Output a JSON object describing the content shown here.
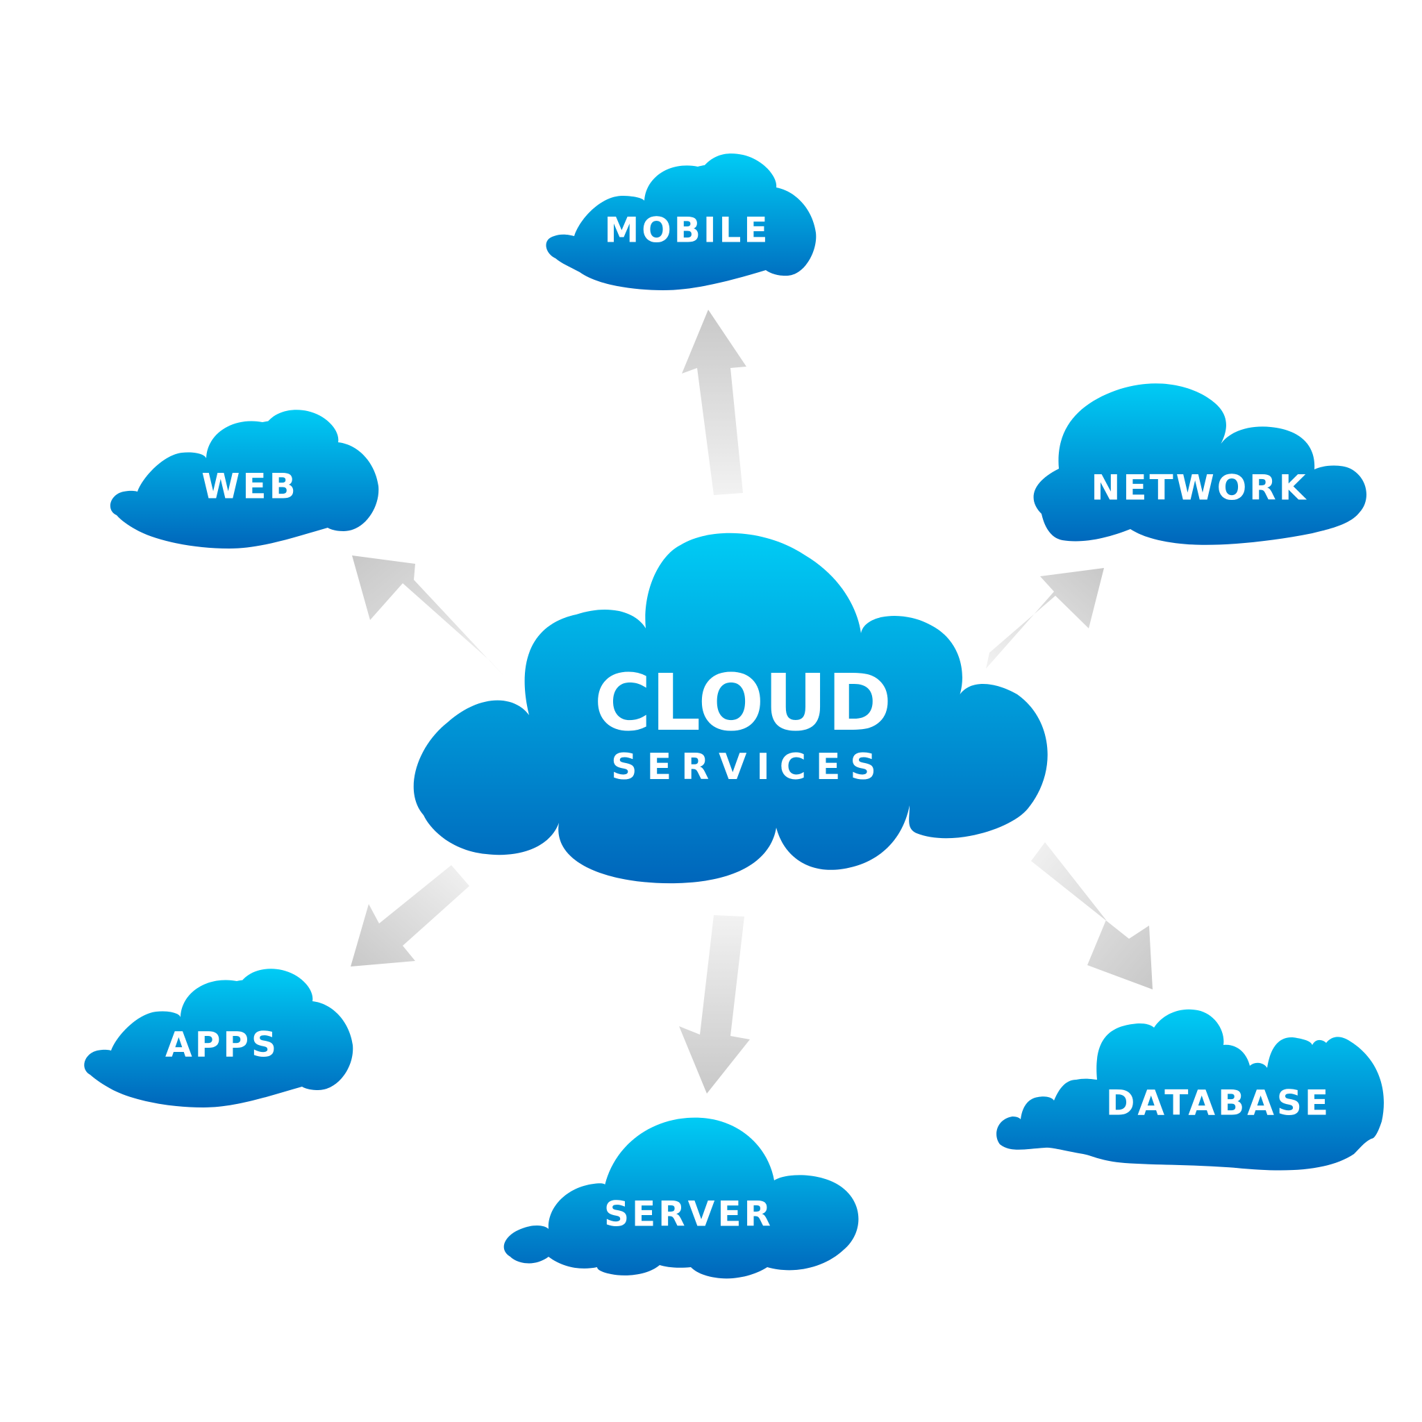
{
  "center": {
    "title": "CLOUD",
    "subtitle": "SERVICES"
  },
  "nodes": {
    "mobile": "MOBILE",
    "web": "WEB",
    "network": "NETWORK",
    "apps": "APPS",
    "server": "SERVER",
    "database": "DATABASE"
  },
  "colors": {
    "cloud_top": "#00CCF5",
    "cloud_bottom": "#0066BB",
    "arrow_dark": "#C8C8C8",
    "arrow_light": "#F2F2F2",
    "label": "#FFFFFF"
  }
}
